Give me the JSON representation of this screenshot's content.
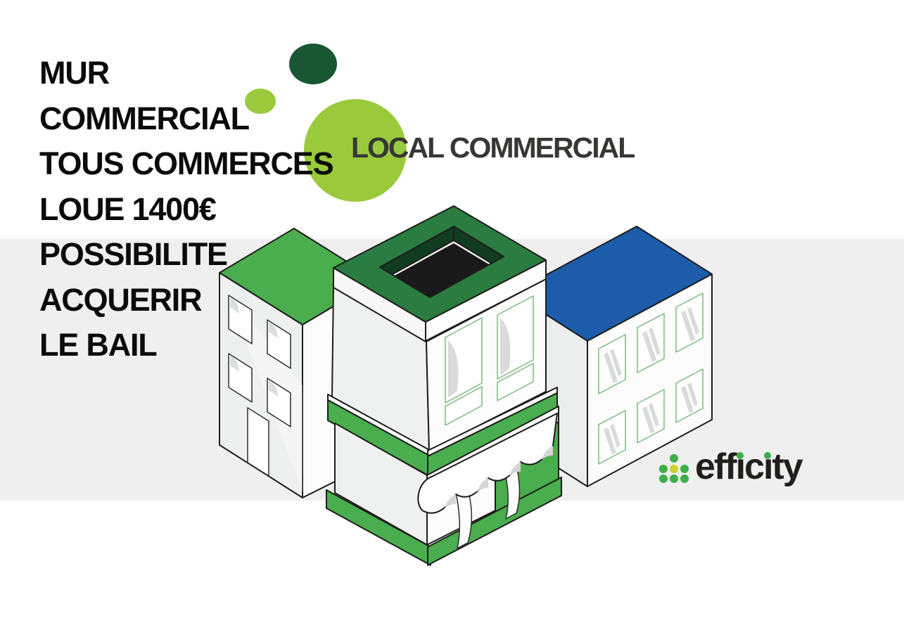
{
  "page": {
    "background": "#ffffff",
    "band_color": "#efefef"
  },
  "headline": {
    "color": "#0b0b0b",
    "lines": [
      "MUR",
      "COMMERCIAL",
      "TOUS COMMERCES",
      "LOUE 1400€",
      "POSSIBILITE",
      "ACQUERIR",
      "LE BAIL"
    ]
  },
  "category_title": {
    "text": "LOCAL COMMERCIAL",
    "color": "#373736"
  },
  "brand": {
    "name": "efficity",
    "text_color": "#1f1f1d",
    "dot_green": "#3daf49",
    "dot_yellow": "#cdd32e",
    "segments": {
      "s1": "eff",
      "i1": "ı",
      "s2": "c",
      "i2": "ı",
      "s3": "ty"
    }
  },
  "decorations": {
    "circles": [
      {
        "name": "dark-green-circle",
        "color": "#1a5632"
      },
      {
        "name": "small-light-green-circle",
        "color": "#9aca3c"
      },
      {
        "name": "large-light-green-circle",
        "color": "#9aca3c"
      }
    ]
  },
  "illustration": {
    "name": "isometric-commercial-buildings",
    "outline": "#1d1d1b",
    "building_green": "#4aad4e",
    "parapet_green": "#2a7c41",
    "parapet_dark": "#103d22",
    "roof_blue": "#1d5caa",
    "window_frame_green": "#7cba80",
    "buildings": [
      {
        "name": "left-apartment-building",
        "roof": "green"
      },
      {
        "name": "center-shop-building",
        "roof": "dark-green-parapet",
        "features": [
          "storefront awning",
          "green fascia",
          "green plinth"
        ]
      },
      {
        "name": "right-office-building",
        "roof": "blue"
      }
    ]
  }
}
